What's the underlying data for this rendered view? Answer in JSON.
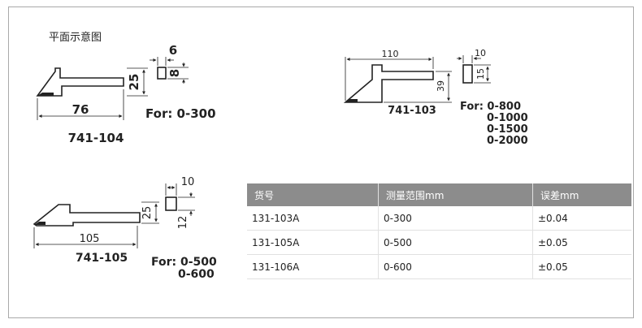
{
  "heading": "平面示意图",
  "drawings": [
    {
      "model": "741-104",
      "length": "76",
      "height": "25",
      "section_w": "6",
      "section_h": "8",
      "ranges": [
        "For: 0-300"
      ]
    },
    {
      "model": "741-103",
      "length": "110",
      "height": "39",
      "section_w": "10",
      "section_h": "15",
      "ranges": [
        "For: 0-800",
        "0-1000",
        "0-1500",
        "0-2000"
      ]
    },
    {
      "model": "741-105",
      "length": "105",
      "height": "25",
      "section_w": "10",
      "section_h": "12",
      "ranges": [
        "For: 0-500",
        "0-600"
      ]
    }
  ],
  "table": {
    "headers": [
      "货号",
      "测量范围mm",
      "误差mm"
    ],
    "rows": [
      [
        "131-103A",
        "0-300",
        "±0.04"
      ],
      [
        "131-105A",
        "0-500",
        "±0.05"
      ],
      [
        "131-106A",
        "0-600",
        "±0.05"
      ]
    ]
  }
}
